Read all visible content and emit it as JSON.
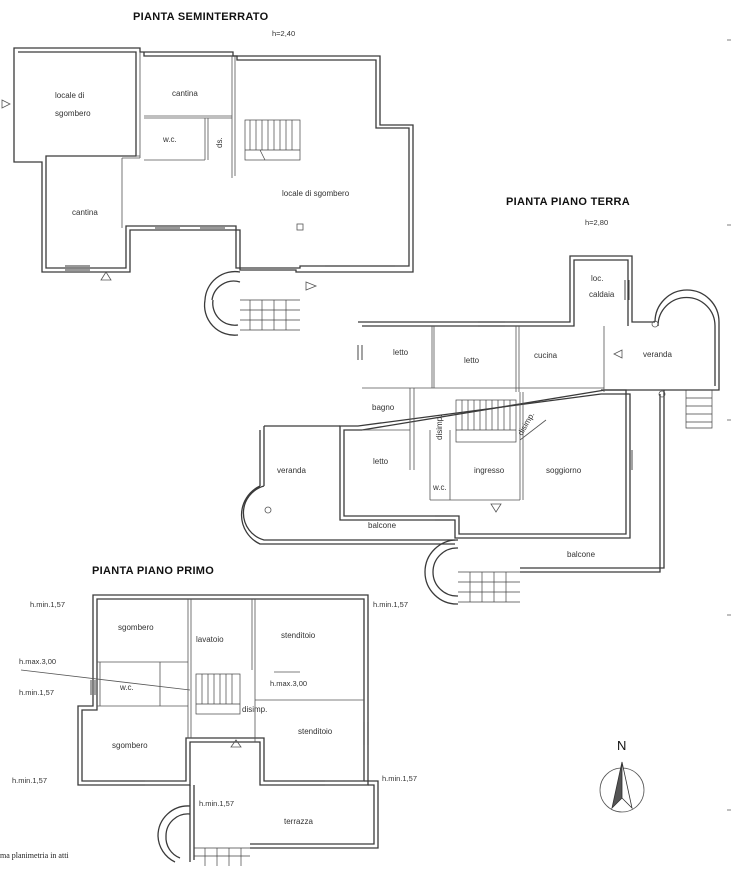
{
  "floors": {
    "basement": {
      "title": "PIANTA SEMINTERRATO",
      "height": "h=2,40",
      "rooms": {
        "storage_left_line1": "locale di",
        "storage_left_line2": "sgombero",
        "cellar_top": "cantina",
        "wc": "w.c.",
        "ds": "ds.",
        "storage_main": "locale di sgombero",
        "cellar_left": "cantina"
      }
    },
    "ground": {
      "title": "PIANTA PIANO TERRA",
      "height": "h=2,80",
      "rooms": {
        "boiler_line1": "loc.",
        "boiler_line2": "caldaia",
        "bedroom1": "letto",
        "bedroom2": "letto",
        "kitchen": "cucina",
        "veranda_right": "veranda",
        "bathroom": "bagno",
        "disimp1": "disimp.",
        "disimp2": "disimp.",
        "veranda_left": "veranda",
        "bedroom3": "letto",
        "entrance": "ingresso",
        "living": "soggiorno",
        "wc": "w.c.",
        "balcony_left": "balcone",
        "balcony_right": "balcone"
      }
    },
    "first": {
      "title": "PIANTA PIANO PRIMO",
      "rooms": {
        "storage_top": "sgombero",
        "laundry": "lavatoio",
        "drying_top": "stenditoio",
        "wc": "w.c.",
        "disimp": "disimp.",
        "storage_bottom": "sgombero",
        "drying_bottom": "stenditoio",
        "terrace": "terrazza"
      },
      "heights": {
        "hmin_top_left": "h.min.1,57",
        "hmin_top_right": "h.min.1,57",
        "hmax_left": "h.max.3,00",
        "hmax_center": "h.max.3,00",
        "hmin_mid_left": "h.min.1,57",
        "hmin_bottom_left": "h.min.1,57",
        "hmin_bottom_right": "h.min.1,57",
        "hmin_bottom_center": "h.min.1,57"
      }
    }
  },
  "compass": {
    "label": "N"
  },
  "footer_note": "ma planimetria in atti"
}
